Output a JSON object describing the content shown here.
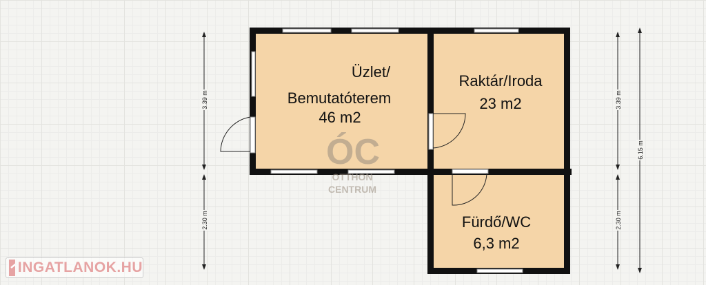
{
  "rooms": [
    {
      "name_line1": "Üzlet/",
      "name_line2": "Bemutatóterem",
      "area": "46 m2"
    },
    {
      "name": "Raktár/Iroda",
      "area": "23 m2"
    },
    {
      "name": "Fürdő/WC",
      "area": "6,3 m2"
    }
  ],
  "dimensions": {
    "left_upper": "3.39 m",
    "left_lower": "2.30 m",
    "right_upper": "3.39 m",
    "right_lower": "2.30 m",
    "right_total": "6.15 m"
  },
  "watermark": {
    "mark": "ÓC",
    "line1": "OTTHON",
    "line2": "CENTRUM"
  },
  "logo": {
    "text": "INGATLANOK.HU"
  },
  "colors": {
    "floor": "#f5d5a8",
    "wall": "#111111",
    "window": "#9a9a9a"
  }
}
